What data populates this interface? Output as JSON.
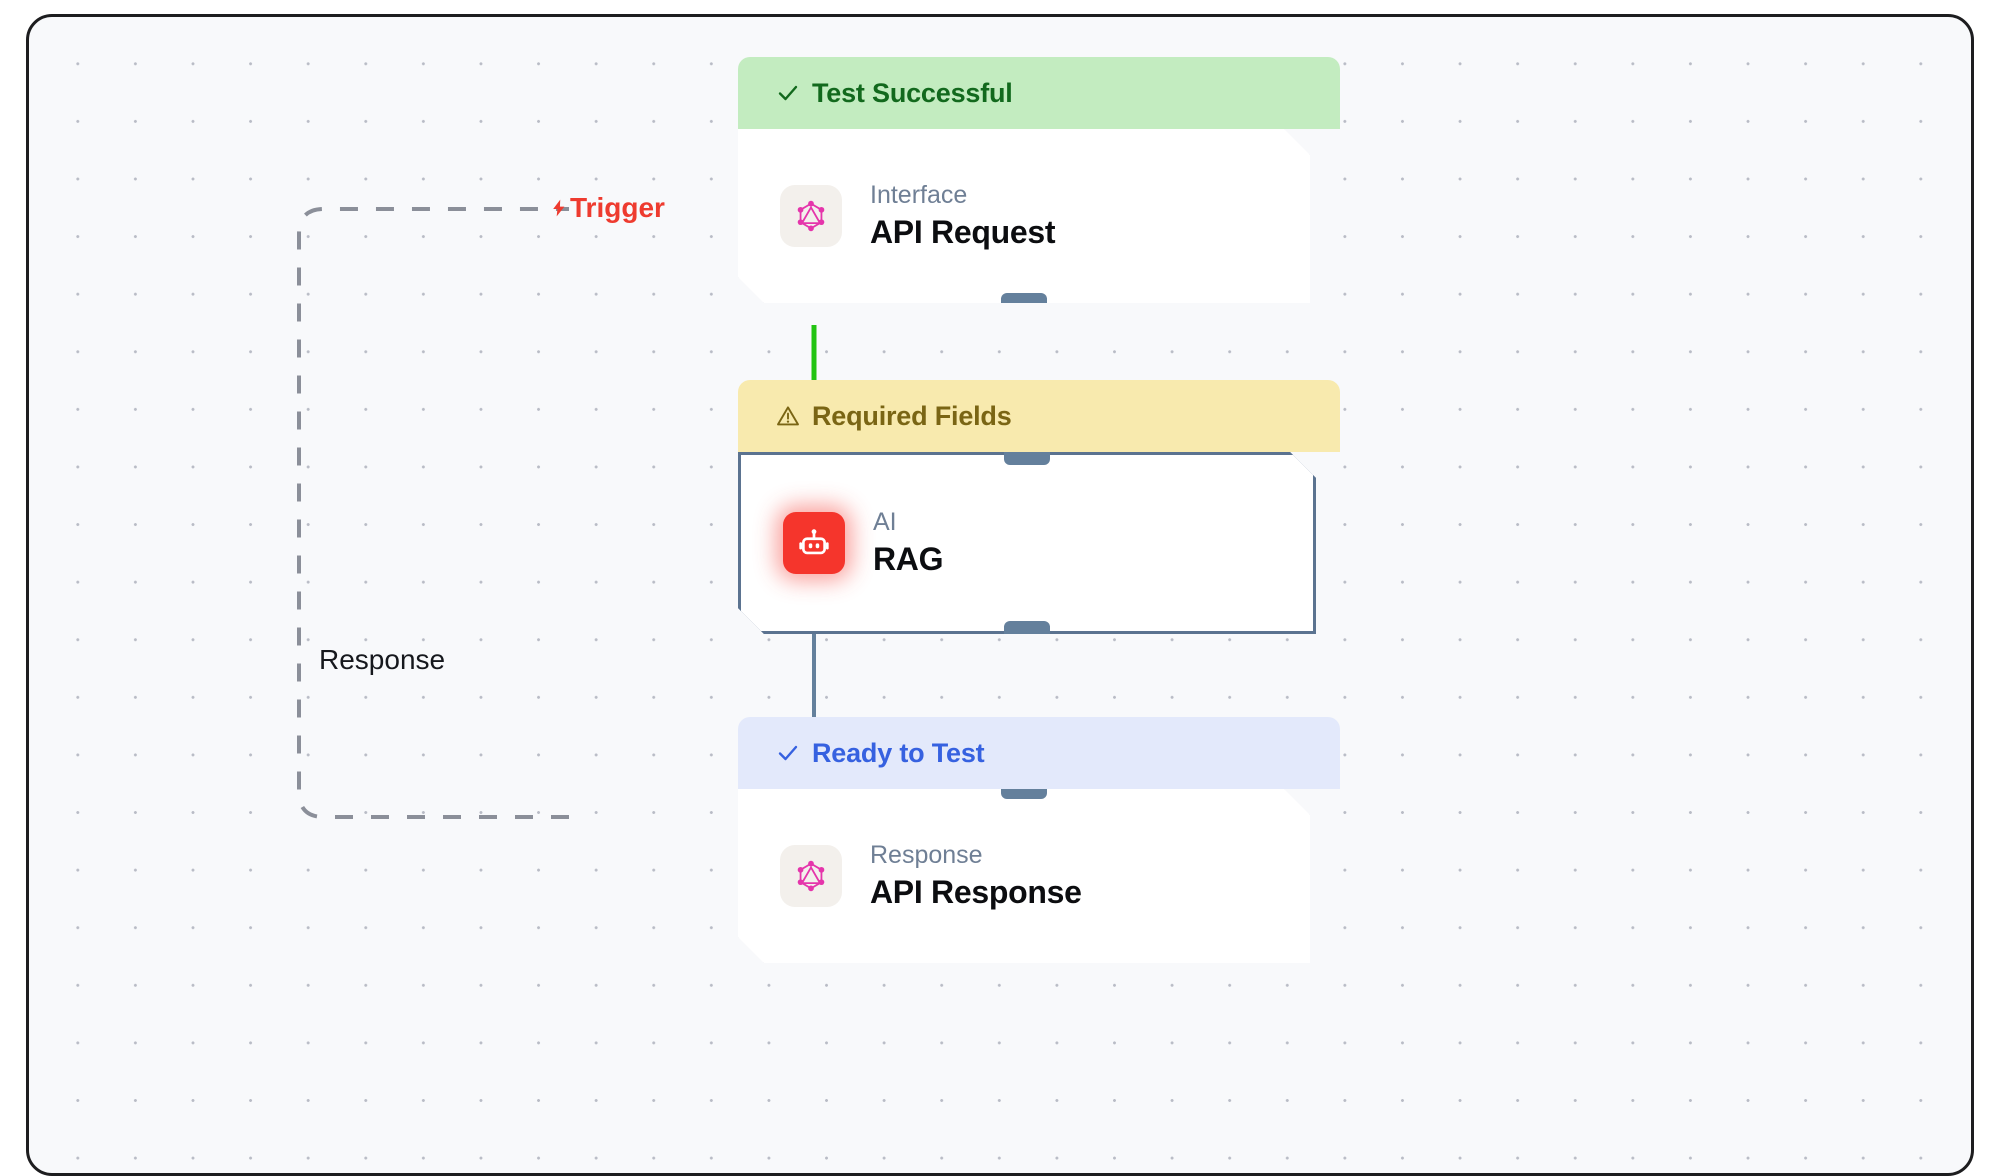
{
  "canvas": {
    "background_color": "#f8f9fb",
    "grid": "dot-grid",
    "frame_color": "#1d1d1f"
  },
  "edge_labels": {
    "trigger": "Trigger",
    "trigger_color": "#ee3b2f",
    "trigger_icon": "lightning-bolt-icon",
    "response": "Response",
    "response_color": "#16181d"
  },
  "edges": [
    {
      "name": "api-request-to-rag",
      "from": "API Request",
      "to": "RAG",
      "color": "#22c412",
      "style": "solid",
      "state": "active"
    },
    {
      "name": "rag-to-api-response",
      "from": "RAG",
      "to": "API Response",
      "color": "#64809c",
      "style": "solid",
      "state": "idle"
    },
    {
      "name": "response-feedback-loop",
      "from": "API Response",
      "to": "API Request",
      "color": "#8b8f99",
      "style": "dashed",
      "state": "idle"
    }
  ],
  "nodes": [
    {
      "id": "api-request",
      "status_label": "Test Successful",
      "status_icon": "check-icon",
      "status_bg": "#c3ecc0",
      "status_color": "#12691d",
      "kind": "Interface",
      "title": "API Request",
      "icon": "graphql-icon",
      "icon_color": "#e535ab",
      "selected": false,
      "handles": [
        "bottom"
      ]
    },
    {
      "id": "rag",
      "status_label": "Required Fields",
      "status_icon": "warning-triangle-icon",
      "status_bg": "#f8eaae",
      "status_color": "#7a6514",
      "kind": "AI",
      "title": "RAG",
      "icon": "robot-icon",
      "icon_color": "#f5352c",
      "selected": true,
      "handles": [
        "top",
        "bottom"
      ]
    },
    {
      "id": "api-response",
      "status_label": "Ready to Test",
      "status_icon": "check-icon",
      "status_bg": "#e3e9fb",
      "status_color": "#3661e0",
      "kind": "Response",
      "title": "API Response",
      "icon": "graphql-icon",
      "icon_color": "#e535ab",
      "selected": false,
      "handles": [
        "top"
      ]
    }
  ]
}
